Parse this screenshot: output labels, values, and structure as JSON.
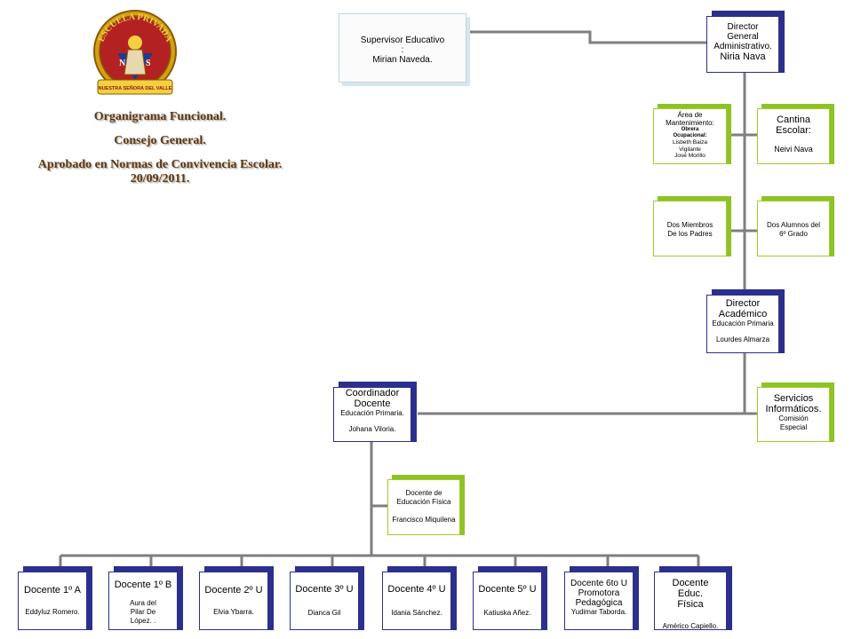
{
  "logo": {
    "arc_text": "ESCUELA PRIVADA",
    "banner_text": "NUESTRA SEÑORA DEL VALLE",
    "letters": [
      "N",
      "S"
    ]
  },
  "captions": {
    "line1": "Organigrama Funcional.",
    "line2": "Consejo General.",
    "line3": "Aprobado en Normas de Convivencia Escolar.",
    "line4": "20/09/2011."
  },
  "supervisor": {
    "l1": "Supervisor Educativo",
    "l2": ":",
    "l3": "Mirian Naveda."
  },
  "director_general": {
    "l1": "Director",
    "l2": "General",
    "l3": "Administrativo.",
    "name": "Niria Nava"
  },
  "mantenimiento": {
    "title1": "Área de",
    "title2": "Mantenimiento:",
    "l1": "Obrera",
    "l2": "Ocupacional:",
    "l3": "Lisbeth Baiza",
    "l4": "Vigilante",
    "l5": "José Morillo"
  },
  "cantina": {
    "title1": "Cantina",
    "title2": "Escolar:",
    "name": "Neivi Nava"
  },
  "padres": {
    "l1": "Dos Miembros",
    "l2": "De los Padres"
  },
  "alumnos": {
    "l1": "Dos Alumnos del",
    "l2": "6º Grado"
  },
  "director_academico": {
    "title1": "Director",
    "title2": "Académico",
    "sub": "Educación Primaria",
    "name": "Lourdes Almarza"
  },
  "coordinador": {
    "title1": "Coordinador",
    "title2": "Docente",
    "sub": "Educación Primaria.",
    "name": "Johana Viloria."
  },
  "servicios": {
    "title1": "Servicios",
    "title2": "Informáticos.",
    "sub1": "Comisión",
    "sub2": "Especial"
  },
  "educ_fisica": {
    "l1": "Docente de",
    "l2": "Educación Física",
    "name": "Francisco Miquilena"
  },
  "docentes": [
    {
      "title": "Docente 1º A",
      "name": "Eddyluz Romero."
    },
    {
      "title": "Docente 1º B",
      "name": "Aura del Pilar De López. ."
    },
    {
      "title": "Docente 2º U",
      "name": "Elvia Ybarra."
    },
    {
      "title": "Docente 3º U",
      "name": "Dianca Gil"
    },
    {
      "title": "Docente 4º U",
      "name": "Idania Sánchez."
    },
    {
      "title": "Docente 5º U",
      "name": "Katiuska Añez."
    },
    {
      "title": "Docente 6to U Promotora Pedagógica",
      "name": "Yudimar Taborda."
    },
    {
      "title": "Docente Educ. Física",
      "name": "Américo Capiello."
    }
  ],
  "colors": {
    "navy": "#2c2f8c",
    "green": "#8fc226",
    "line": "#7f7f7f",
    "light_border": "#bcd6e6"
  }
}
